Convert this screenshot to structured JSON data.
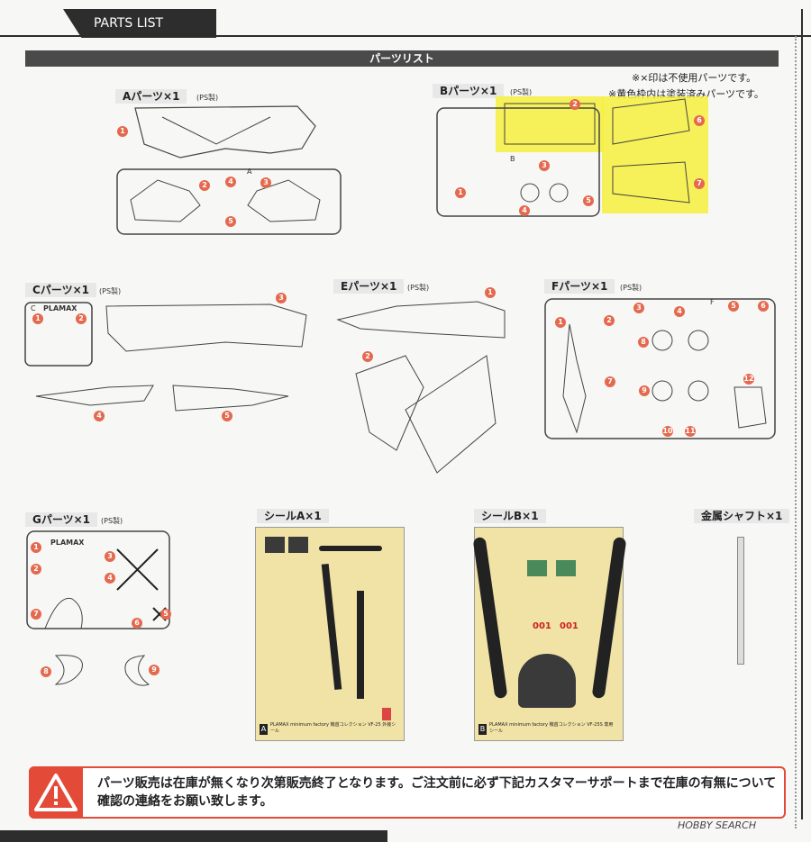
{
  "header": {
    "tab_title": "PARTS LIST",
    "section_title": "パーツリスト"
  },
  "notes": {
    "unused": "※×印は不使用パーツです。",
    "painted": "※黄色枠内は塗装済みパーツです。"
  },
  "groups": {
    "a": {
      "label": "Aパーツ×1",
      "material": "(PS製)",
      "runner_letter": "A",
      "numbers": [
        "1",
        "2",
        "3",
        "4",
        "5"
      ]
    },
    "b": {
      "label": "Bパーツ×1",
      "material": "(PS製)",
      "runner_letter": "B",
      "numbers": [
        "1",
        "2",
        "3",
        "4",
        "5",
        "6",
        "7"
      ]
    },
    "c": {
      "label": "Cパーツ×1",
      "material": "(PS製)",
      "runner_letter": "C",
      "brand": "PLAMAX",
      "numbers": [
        "1",
        "2",
        "3",
        "4",
        "5"
      ]
    },
    "e": {
      "label": "Eパーツ×1",
      "material": "(PS製)",
      "numbers": [
        "1",
        "2"
      ]
    },
    "f": {
      "label": "Fパーツ×1",
      "material": "(PS製)",
      "runner_letter": "F",
      "numbers": [
        "1",
        "2",
        "3",
        "4",
        "5",
        "6",
        "7",
        "8",
        "9",
        "10",
        "11",
        "12"
      ]
    },
    "g": {
      "label": "Gパーツ×1",
      "material": "(PS製)",
      "brand": "PLAMAX",
      "numbers": [
        "1",
        "2",
        "3",
        "4",
        "5",
        "6",
        "7",
        "8",
        "9"
      ]
    },
    "seal_a": {
      "label": "シールA×1",
      "letter": "A",
      "footer": "PLAMAX minimum factory 機首コレクション VF-25 外装シール"
    },
    "seal_b": {
      "label": "シールB×1",
      "letter": "B",
      "footer": "PLAMAX minimum factory 機首コレクション VF-25S 専用シール",
      "mark_text": "001"
    },
    "shaft": {
      "label": "金属シャフト×1"
    }
  },
  "warning": {
    "text": "パーツ販売は在庫が無くなり次第販売終了となります。ご注文前に必ず下記カスタマーサポートまで在庫の有無について確認の連絡をお願い致します。"
  },
  "watermark": "HOBBY SEARCH",
  "colors": {
    "accent": "#e4694e",
    "warning": "#e34a37",
    "highlight": "#f6f03c",
    "dark": "#2d2d2d"
  }
}
